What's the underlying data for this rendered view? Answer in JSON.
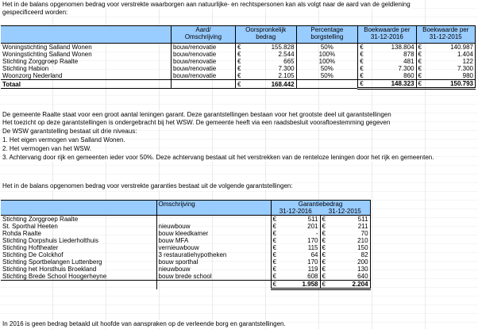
{
  "intro1": "Het in de balans opgenomen bedrag voor verstrekte waarborgen aan natuurlijke- en rechtspersonen kan als volgt naar de aard van de geldlening",
  "intro2": "gespecificeerd worden:",
  "table1": {
    "headers": {
      "aard": [
        "Aard/",
        "Omschrijving"
      ],
      "oorspr": [
        "Oorspronkelijk",
        "bedrag"
      ],
      "perc": [
        "Percentage",
        "borgstelling"
      ],
      "bw2016": [
        "Boekwaarde per",
        "31-12-2016"
      ],
      "bw2015": [
        "Boekwaarde per",
        "31-12-2015"
      ]
    },
    "currency": "€",
    "rows": [
      {
        "name": "Woningstichting Salland Wonen",
        "aard": "bouw/renovatie",
        "oorspr": "155.828",
        "perc": "50%",
        "bw2016": "138.804",
        "bw2015": "140.987"
      },
      {
        "name": "Woningstichting Salland Wonen",
        "aard": "bouw/renovatie",
        "oorspr": "2.544",
        "perc": "100%",
        "bw2016": "878",
        "bw2015": "1.404"
      },
      {
        "name": "Stichting Zorggroep Raalte",
        "aard": "bouw/renovatie",
        "oorspr": "665",
        "perc": "100%",
        "bw2016": "481",
        "bw2015": "122"
      },
      {
        "name": "Stichting Habion",
        "aard": "bouw/renovatie",
        "oorspr": "7.300",
        "perc": "50%",
        "bw2016": "7.300",
        "bw2015": "7.300"
      },
      {
        "name": "Woonzorg Nederland",
        "aard": "bouw/renovatie",
        "oorspr": "2.105",
        "perc": "50%",
        "bw2016": "860",
        "bw2015": "980"
      }
    ],
    "total": {
      "label": "Totaal",
      "oorspr": "168.442",
      "bw2016": "148.323",
      "bw2015": "150.793"
    }
  },
  "para": [
    "De gemeente Raalte staat voor een groot aantal leningen garant. Deze garantstellingen bestaan voor het grootste deel uit garantstellingen",
    "Het toezicht op deze garantstellingen is ondergebracht bij het WSW. De gemeente heeft via een raadsbesluit vooraftoestemming gegeven",
    "De WSW garantstelling bestaat uit drie niveaus:",
    "1. Het eigen vermogen van Salland Wonen.",
    "2. Het vermogen van het WSW.",
    "3. Achtervang door rijk en gemeenten ieder voor 50%.  Deze achtervang bestaat uit het verstrekken van de renteloze leningen door het rijk en gemeenten."
  ],
  "intro3": "Het in de balans opgenomen bedrag voor verstrekte garanties bestaat uit de volgende garantstellingen:",
  "table2": {
    "headers": {
      "omschrijving": "Omschrijving",
      "garantie": "Garantiebedrag",
      "y2016": "31-12-2016",
      "y2015": "31-12-2015"
    },
    "currency": "€",
    "rows": [
      {
        "name": "Stichting Zorggroep Raalte",
        "omschr": "",
        "v2016": "511",
        "v2015": "511"
      },
      {
        "name": "St. Sporthal Heeten",
        "omschr": "nieuwbouw",
        "v2016": "201",
        "v2015": "211"
      },
      {
        "name": "Rohda Raalte",
        "omschr": "bouw kleedkamer",
        "v2016": "-",
        "v2015": "70"
      },
      {
        "name": "Stichting Dorpshuis Liederholthuis",
        "omschr": "bouw MFA",
        "v2016": "170",
        "v2015": "210"
      },
      {
        "name": "Stichting Hoftheater",
        "omschr": "vernieuwbouw",
        "v2016": "115",
        "v2015": "150"
      },
      {
        "name": "Stichting De Colckhof",
        "omschr": "3 restauratiehypotheken",
        "v2016": "64",
        "v2015": "82"
      },
      {
        "name": "Stichting Sportbelangen Luttenberg",
        "omschr": "bouw sporthal",
        "v2016": "170",
        "v2015": "200"
      },
      {
        "name": "Stichting het Horsthuis Broekland",
        "omschr": "nieuwbouw",
        "v2016": "119",
        "v2015": "130"
      },
      {
        "name": "Stichting Brede School Hoogerheyne",
        "omschr": "bouw brede school",
        "v2016": "608",
        "v2015": "640"
      }
    ],
    "total": {
      "v2016": "1.958",
      "v2015": "2.204"
    }
  },
  "footer": "In 2016 is geen bedrag betaald uit hoofde van aanspraken op de verleende borg en garantstellingen."
}
